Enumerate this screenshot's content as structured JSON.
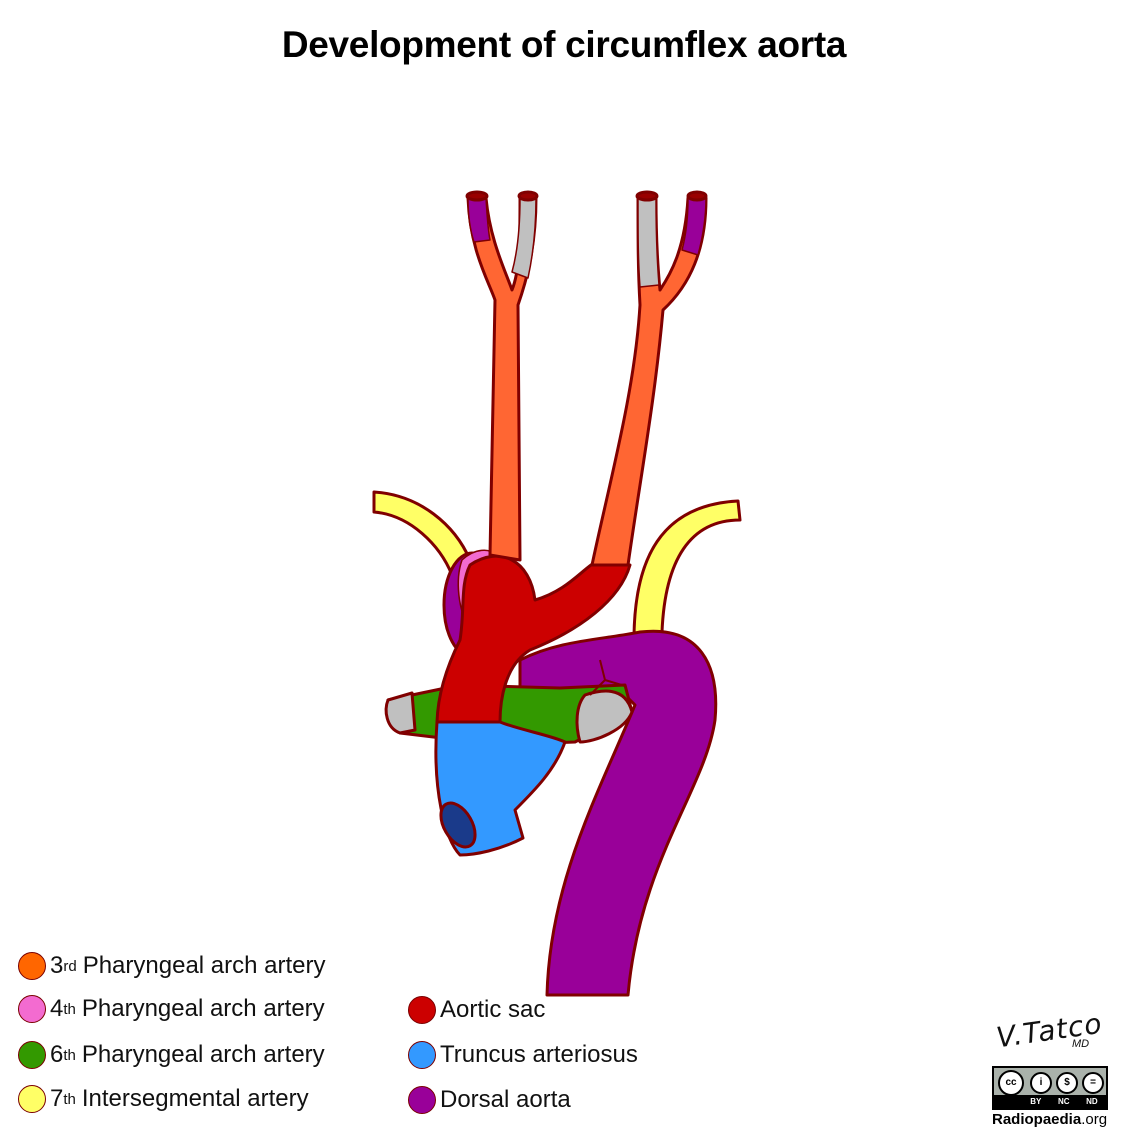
{
  "title": "Development of circumflex aorta",
  "colors": {
    "third_arch": "#FF6633",
    "fourth_arch": "#F36BD0",
    "sixth_arch": "#339900",
    "seventh_intersegmental": "#FFFF66",
    "aortic_sac": "#CC0000",
    "truncus_arteriosus": "#3399FF",
    "dorsal_aorta": "#990099",
    "regressed": "#C0C0C0",
    "outline": "#800000"
  },
  "legend": {
    "left": [
      {
        "num": "3",
        "sup": "rd",
        "label": "Pharyngeal arch artery",
        "color": "#FF6633"
      },
      {
        "num": "4",
        "sup": "th",
        "label": "Pharyngeal arch artery",
        "color": "#F36BD0"
      },
      {
        "num": "6",
        "sup": "th",
        "label": "Pharyngeal arch artery",
        "color": "#339900"
      },
      {
        "num": "7",
        "sup": "th",
        "label": "Intersegmental artery",
        "color": "#FFFF66"
      }
    ],
    "right": [
      {
        "label": "Aortic sac",
        "color": "#CC0000"
      },
      {
        "label": "Truncus arteriosus",
        "color": "#3399FF"
      },
      {
        "label": "Dorsal aorta",
        "color": "#990099"
      }
    ]
  },
  "credit": {
    "signature": "V.Tatco",
    "signature_suffix": "MD",
    "license_badge": "cc",
    "license_terms": [
      "BY",
      "NC",
      "ND"
    ],
    "site_bold": "Radiopaedia",
    "site_suffix": ".org"
  }
}
